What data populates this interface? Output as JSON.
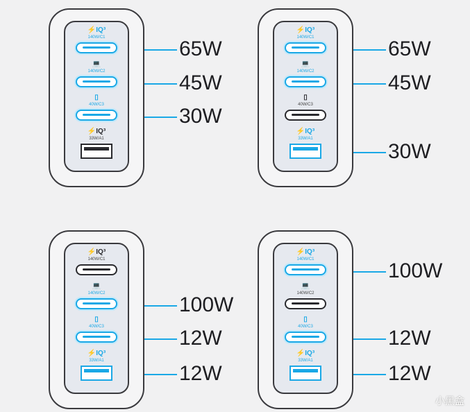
{
  "panels": [
    {
      "ports": [
        {
          "icon": "⚡IQ³",
          "label": "140W/C1",
          "type": "c",
          "active": true,
          "watt": "65W"
        },
        {
          "icon": "💻",
          "label": "140W/C2",
          "type": "c",
          "active": true,
          "watt": "45W"
        },
        {
          "icon": "▯",
          "label": "40W/C3",
          "type": "c",
          "active": true,
          "watt": "30W"
        },
        {
          "icon": "⚡IQ³",
          "label": "33W/A1",
          "type": "a",
          "active": false,
          "watt": null
        }
      ]
    },
    {
      "ports": [
        {
          "icon": "⚡IQ³",
          "label": "140W/C1",
          "type": "c",
          "active": true,
          "watt": "65W"
        },
        {
          "icon": "💻",
          "label": "140W/C2",
          "type": "c",
          "active": true,
          "watt": "45W"
        },
        {
          "icon": "▯",
          "label": "40W/C3",
          "type": "c",
          "active": false,
          "watt": null
        },
        {
          "icon": "⚡IQ³",
          "label": "33W/A1",
          "type": "a",
          "active": true,
          "watt": "30W"
        }
      ]
    },
    {
      "ports": [
        {
          "icon": "⚡IQ³",
          "label": "140W/C1",
          "type": "c",
          "active": false,
          "watt": null
        },
        {
          "icon": "💻",
          "label": "140W/C2",
          "type": "c",
          "active": true,
          "watt": "100W"
        },
        {
          "icon": "▯",
          "label": "40W/C3",
          "type": "c",
          "active": true,
          "watt": "12W"
        },
        {
          "icon": "⚡IQ³",
          "label": "33W/A1",
          "type": "a",
          "active": true,
          "watt": "12W"
        }
      ]
    },
    {
      "ports": [
        {
          "icon": "⚡IQ³",
          "label": "140W/C1",
          "type": "c",
          "active": true,
          "watt": "100W"
        },
        {
          "icon": "💻",
          "label": "140W/C2",
          "type": "c",
          "active": false,
          "watt": null
        },
        {
          "icon": "▯",
          "label": "40W/C3",
          "type": "c",
          "active": true,
          "watt": "12W"
        },
        {
          "icon": "⚡IQ³",
          "label": "33W/A1",
          "type": "a",
          "active": true,
          "watt": "12W"
        }
      ]
    }
  ],
  "watermark": "小黑盒",
  "colors": {
    "accent": "#1aa8e6",
    "outline": "#3a3a3e"
  }
}
